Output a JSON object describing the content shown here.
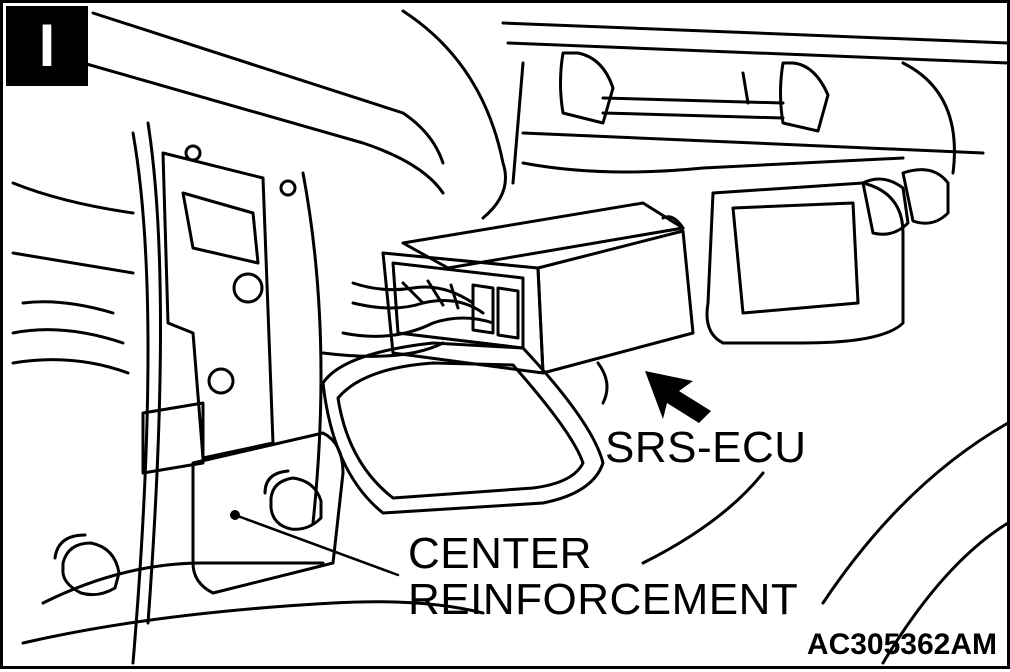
{
  "step_badge": "I",
  "labels": {
    "srs_ecu": "SRS-ECU",
    "center_line1": "CENTER",
    "center_line2": "REINFORCEMENT"
  },
  "figure_code": "AC305362AM"
}
